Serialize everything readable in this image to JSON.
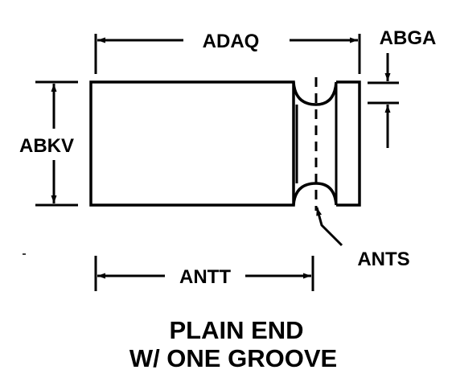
{
  "labels": {
    "adaq": "ADAQ",
    "abga": "ABGA",
    "abkv": "ABKV",
    "ants": "ANTS",
    "antt": "ANTT"
  },
  "title": {
    "line1": "PLAIN END",
    "line2": "W/ ONE GROOVE"
  },
  "colors": {
    "ink": "#000000",
    "background": "#ffffff"
  }
}
